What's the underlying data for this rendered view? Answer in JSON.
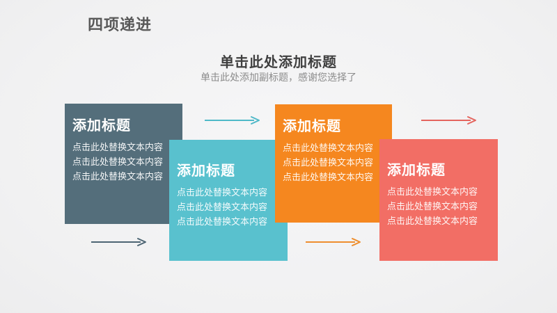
{
  "slide": {
    "title": "四项递进",
    "heading": "单击此处添加标题",
    "subheading": "单击此处添加副标题，感谢您选择了"
  },
  "boxes": [
    {
      "title": "添加标题",
      "lines": [
        "点击此处替换文本内容",
        "点击此处替换文本内容",
        "点击此处替换文本内容"
      ],
      "color": "#546e7b"
    },
    {
      "title": "添加标题",
      "lines": [
        "点击此处替换文本内容",
        "点击此处替换文本内容",
        "点击此处替换文本内容"
      ],
      "color": "#59c1ce"
    },
    {
      "title": "添加标题",
      "lines": [
        "点击此处替换文本内容",
        "点击此处替换文本内容",
        "点击此处替换文本内容"
      ],
      "color": "#f5871f"
    },
    {
      "title": "添加标题",
      "lines": [
        "点击此处替换文本内容",
        "点击此处替换文本内容",
        "点击此处替换文本内容"
      ],
      "color": "#f26e65"
    }
  ],
  "arrows": [
    {
      "name": "arrow-teal",
      "color": "#4fb9c8"
    },
    {
      "name": "arrow-coral",
      "color": "#e4645e"
    },
    {
      "name": "arrow-slate",
      "color": "#4d6573"
    },
    {
      "name": "arrow-orange",
      "color": "#ee8e2e"
    }
  ]
}
